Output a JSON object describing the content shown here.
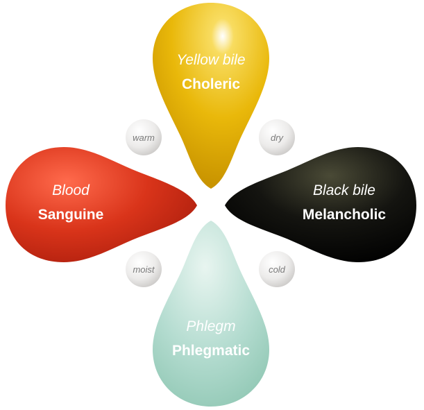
{
  "petals": [
    {
      "id": "choleric",
      "humor": "Yellow bile",
      "temperament": "Choleric",
      "color_light": "#f8dc60",
      "color_mid": "#e9b80a",
      "color_dark": "#c99400",
      "text_color": "#ffffff"
    },
    {
      "id": "sanguine",
      "humor": "Blood",
      "temperament": "Sanguine",
      "color_light": "#ff6a4c",
      "color_mid": "#d9341a",
      "color_dark": "#a81c0c",
      "text_color": "#ffffff"
    },
    {
      "id": "melancholic",
      "humor": "Black bile",
      "temperament": "Melancholic",
      "color_light": "#4a4a36",
      "color_mid": "#141410",
      "color_dark": "#000000",
      "text_color": "#ffffff"
    },
    {
      "id": "phlegmatic",
      "humor": "Phlegm",
      "temperament": "Phlegmatic",
      "color_light": "#e8f5f0",
      "color_mid": "#b4dcd0",
      "color_dark": "#8ec6b2",
      "text_color": "#ffffff"
    }
  ],
  "qualities": [
    {
      "id": "warm",
      "label": "warm"
    },
    {
      "id": "dry",
      "label": "dry"
    },
    {
      "id": "moist",
      "label": "moist"
    },
    {
      "id": "cold",
      "label": "cold"
    }
  ]
}
